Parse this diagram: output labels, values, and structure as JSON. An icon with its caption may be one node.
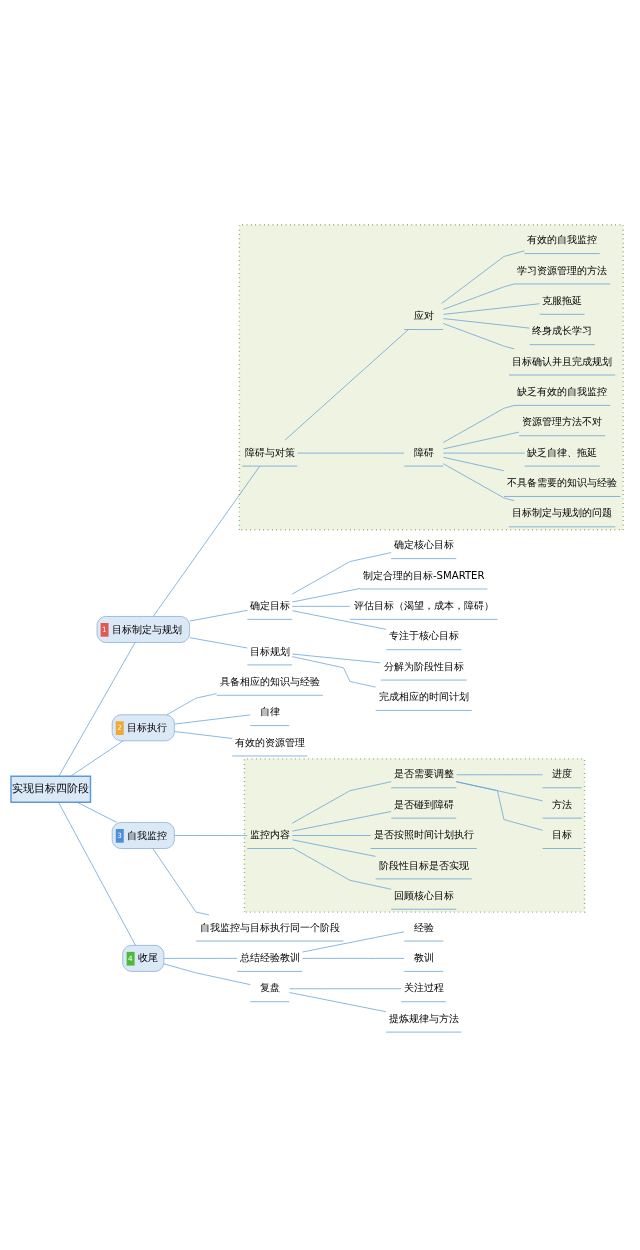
{
  "diagram": {
    "nodes": [
      {
        "text": [
          "实现目标四阶段"
        ]
      },
      {
        "text": [
          "1",
          "目标制定与规划"
        ]
      },
      {
        "text": [
          "确定目标"
        ]
      },
      {
        "text": [
          "确定核心目标"
        ]
      },
      {
        "text": [
          "制定合理的目标-SMARTER"
        ]
      },
      {
        "text": [
          "评估目标（渴望，成本，障碍）"
        ]
      },
      {
        "text": [
          "专注于核心目标"
        ]
      },
      {
        "text": [
          "目标规划"
        ]
      },
      {
        "text": [
          "分解为阶段性目标"
        ]
      },
      {
        "text": [
          "完成相应的时间计划"
        ]
      },
      {
        "text": [],
        "shape": "box"
      },
      {
        "text": [
          "障碍与对策"
        ],
        "in": 10
      },
      {
        "text": [
          "障碍"
        ],
        "in": 10
      },
      {
        "text": [
          "目标制定与规划的问题"
        ],
        "in": 10
      },
      {
        "text": [
          "不具备需要的知识与经验"
        ],
        "in": 10
      },
      {
        "text": [
          "缺乏自律、拖延"
        ],
        "in": 10
      },
      {
        "text": [
          "资源管理方法不对"
        ],
        "in": 10
      },
      {
        "text": [
          "缺乏有效的自我监控"
        ],
        "in": 10
      },
      {
        "text": [
          "应对"
        ],
        "in": 10
      },
      {
        "text": [
          "目标确认并且完成规划"
        ],
        "in": 10
      },
      {
        "text": [
          "终身成长学习"
        ],
        "in": 10
      },
      {
        "text": [
          "克服拖延"
        ],
        "in": 10
      },
      {
        "text": [
          "学习资源管理的方法"
        ],
        "in": 10
      },
      {
        "text": [
          "有效的自我监控"
        ],
        "in": 10
      },
      {
        "text": [
          "2",
          "目标执行"
        ]
      },
      {
        "text": [
          "具备相应的知识与经验"
        ]
      },
      {
        "text": [
          "自律"
        ]
      },
      {
        "text": [
          "有效的资源管理"
        ]
      },
      {
        "text": [
          "3",
          "自我监控"
        ]
      },
      {
        "text": [],
        "shape": "box"
      },
      {
        "text": [
          "监控内容"
        ],
        "in": 29
      },
      {
        "text": [
          "回顾核心目标"
        ],
        "in": 29
      },
      {
        "text": [
          "阶段性目标是否实现"
        ],
        "in": 29
      },
      {
        "text": [
          "是否按照时间计划执行"
        ],
        "in": 29
      },
      {
        "text": [
          "是否碰到障碍"
        ],
        "in": 29
      },
      {
        "text": [
          "是否需要调整"
        ],
        "in": 29
      },
      {
        "text": [
          "目标"
        ],
        "in": 29
      },
      {
        "text": [
          "方法"
        ],
        "in": 29
      },
      {
        "text": [
          "进度"
        ],
        "in": 29
      },
      {
        "text": [
          "自我监控与目标执行同一个阶段"
        ]
      },
      {
        "text": [
          "4",
          "收尾"
        ]
      },
      {
        "text": [
          "总结经验教训"
        ]
      },
      {
        "text": [
          "经验"
        ]
      },
      {
        "text": [
          "教训"
        ]
      },
      {
        "text": [
          "复盘"
        ]
      },
      {
        "text": [
          "关注过程"
        ]
      },
      {
        "text": [
          "提炼规律与方法"
        ]
      }
    ],
    "edges": [
      {
        "from": 0,
        "to": 1,
        "arrow": "none"
      },
      {
        "from": 1,
        "to": 2,
        "arrow": "none"
      },
      {
        "from": 2,
        "to": 3,
        "arrow": "none"
      },
      {
        "from": 2,
        "to": 4,
        "arrow": "none"
      },
      {
        "from": 2,
        "to": 5,
        "arrow": "none"
      },
      {
        "from": 2,
        "to": 6,
        "arrow": "none"
      },
      {
        "from": 1,
        "to": 7,
        "arrow": "none"
      },
      {
        "from": 7,
        "to": 8,
        "arrow": "none"
      },
      {
        "from": 7,
        "to": 9,
        "arrow": "none"
      },
      {
        "from": 1,
        "to": 11,
        "arrow": "none"
      },
      {
        "from": 11,
        "to": 12,
        "arrow": "none"
      },
      {
        "from": 12,
        "to": 13,
        "arrow": "none"
      },
      {
        "from": 12,
        "to": 14,
        "arrow": "none"
      },
      {
        "from": 12,
        "to": 15,
        "arrow": "none"
      },
      {
        "from": 12,
        "to": 16,
        "arrow": "none"
      },
      {
        "from": 12,
        "to": 17,
        "arrow": "none"
      },
      {
        "from": 11,
        "to": 18,
        "arrow": "none"
      },
      {
        "from": 18,
        "to": 19,
        "arrow": "none"
      },
      {
        "from": 18,
        "to": 20,
        "arrow": "none"
      },
      {
        "from": 18,
        "to": 21,
        "arrow": "none"
      },
      {
        "from": 18,
        "to": 22,
        "arrow": "none"
      },
      {
        "from": 18,
        "to": 23,
        "arrow": "none"
      },
      {
        "from": 0,
        "to": 24,
        "arrow": "none"
      },
      {
        "from": 24,
        "to": 25,
        "arrow": "none"
      },
      {
        "from": 24,
        "to": 26,
        "arrow": "none"
      },
      {
        "from": 24,
        "to": 27,
        "arrow": "none"
      },
      {
        "from": 0,
        "to": 28,
        "arrow": "none"
      },
      {
        "from": 28,
        "to": 30,
        "arrow": "none"
      },
      {
        "from": 30,
        "to": 31,
        "arrow": "none"
      },
      {
        "from": 30,
        "to": 32,
        "arrow": "none"
      },
      {
        "from": 30,
        "to": 33,
        "arrow": "none"
      },
      {
        "from": 30,
        "to": 34,
        "arrow": "none"
      },
      {
        "from": 30,
        "to": 35,
        "arrow": "none"
      },
      {
        "from": 35,
        "to": 36,
        "arrow": "none"
      },
      {
        "from": 35,
        "to": 37,
        "arrow": "none"
      },
      {
        "from": 35,
        "to": 38,
        "arrow": "none"
      },
      {
        "from": 28,
        "to": 39,
        "arrow": "none"
      },
      {
        "from": 0,
        "to": 40,
        "arrow": "none"
      },
      {
        "from": 40,
        "to": 41,
        "arrow": "none"
      },
      {
        "from": 41,
        "to": 42,
        "arrow": "none"
      },
      {
        "from": 41,
        "to": 43,
        "arrow": "none"
      },
      {
        "from": 40,
        "to": 44,
        "arrow": "none"
      },
      {
        "from": 44,
        "to": 45,
        "arrow": "none"
      },
      {
        "from": 44,
        "to": 46,
        "arrow": "none"
      }
    ]
  }
}
